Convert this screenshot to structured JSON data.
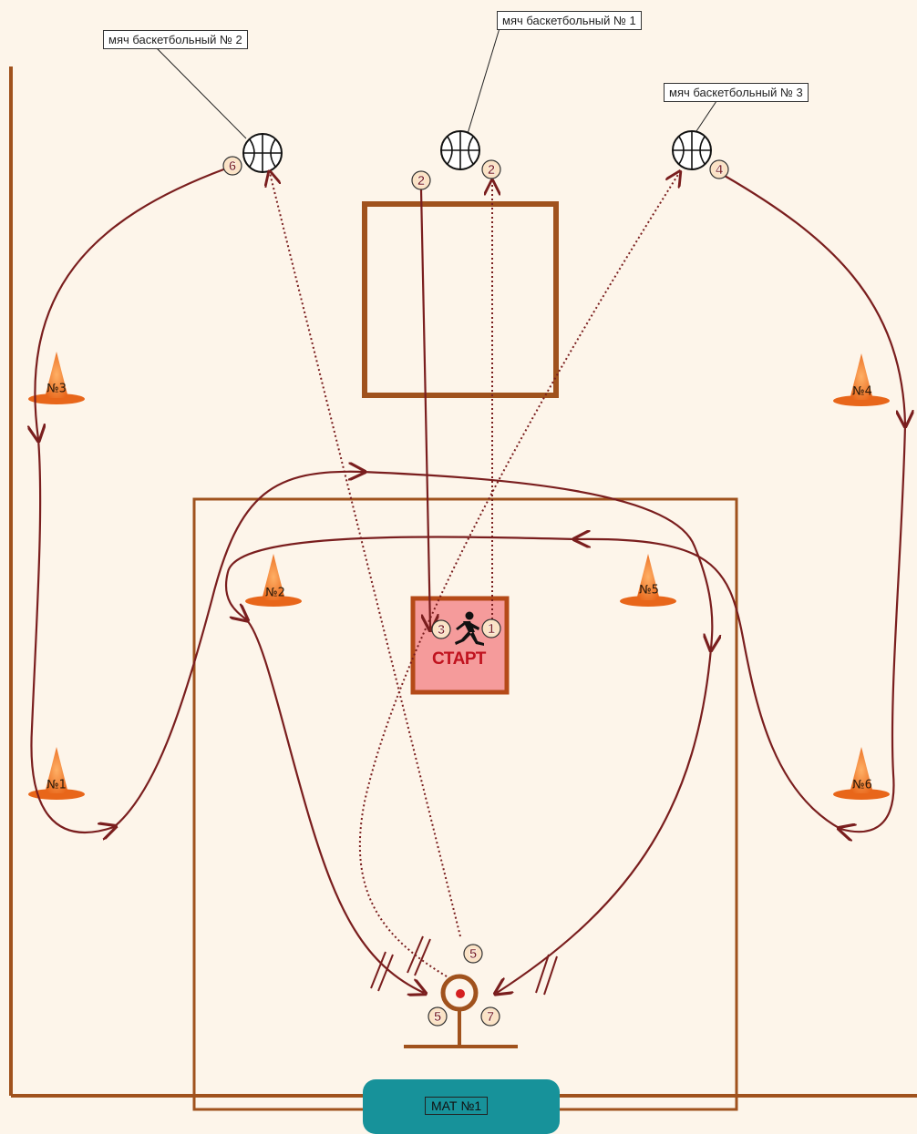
{
  "balls": [
    {
      "id": "ball-1",
      "label": "мяч баскетбольный № 1"
    },
    {
      "id": "ball-2",
      "label": "мяч баскетбольный № 2"
    },
    {
      "id": "ball-3",
      "label": "мяч баскетбольный № 3"
    }
  ],
  "cones": [
    "№1",
    "№2",
    "№3",
    "№4",
    "№5",
    "№6"
  ],
  "start": {
    "label": "СТАРТ"
  },
  "mat": {
    "label": "МАТ №1"
  },
  "step_markers": [
    "1",
    "2",
    "2",
    "3",
    "4",
    "5",
    "5",
    "6",
    "7"
  ],
  "colors": {
    "background": "#fdf5ea",
    "court_line": "#a0521d",
    "path": "#7a1e1e",
    "cone": "#f07a28",
    "start_fill": "#f59b9b",
    "mat": "#17929a"
  }
}
